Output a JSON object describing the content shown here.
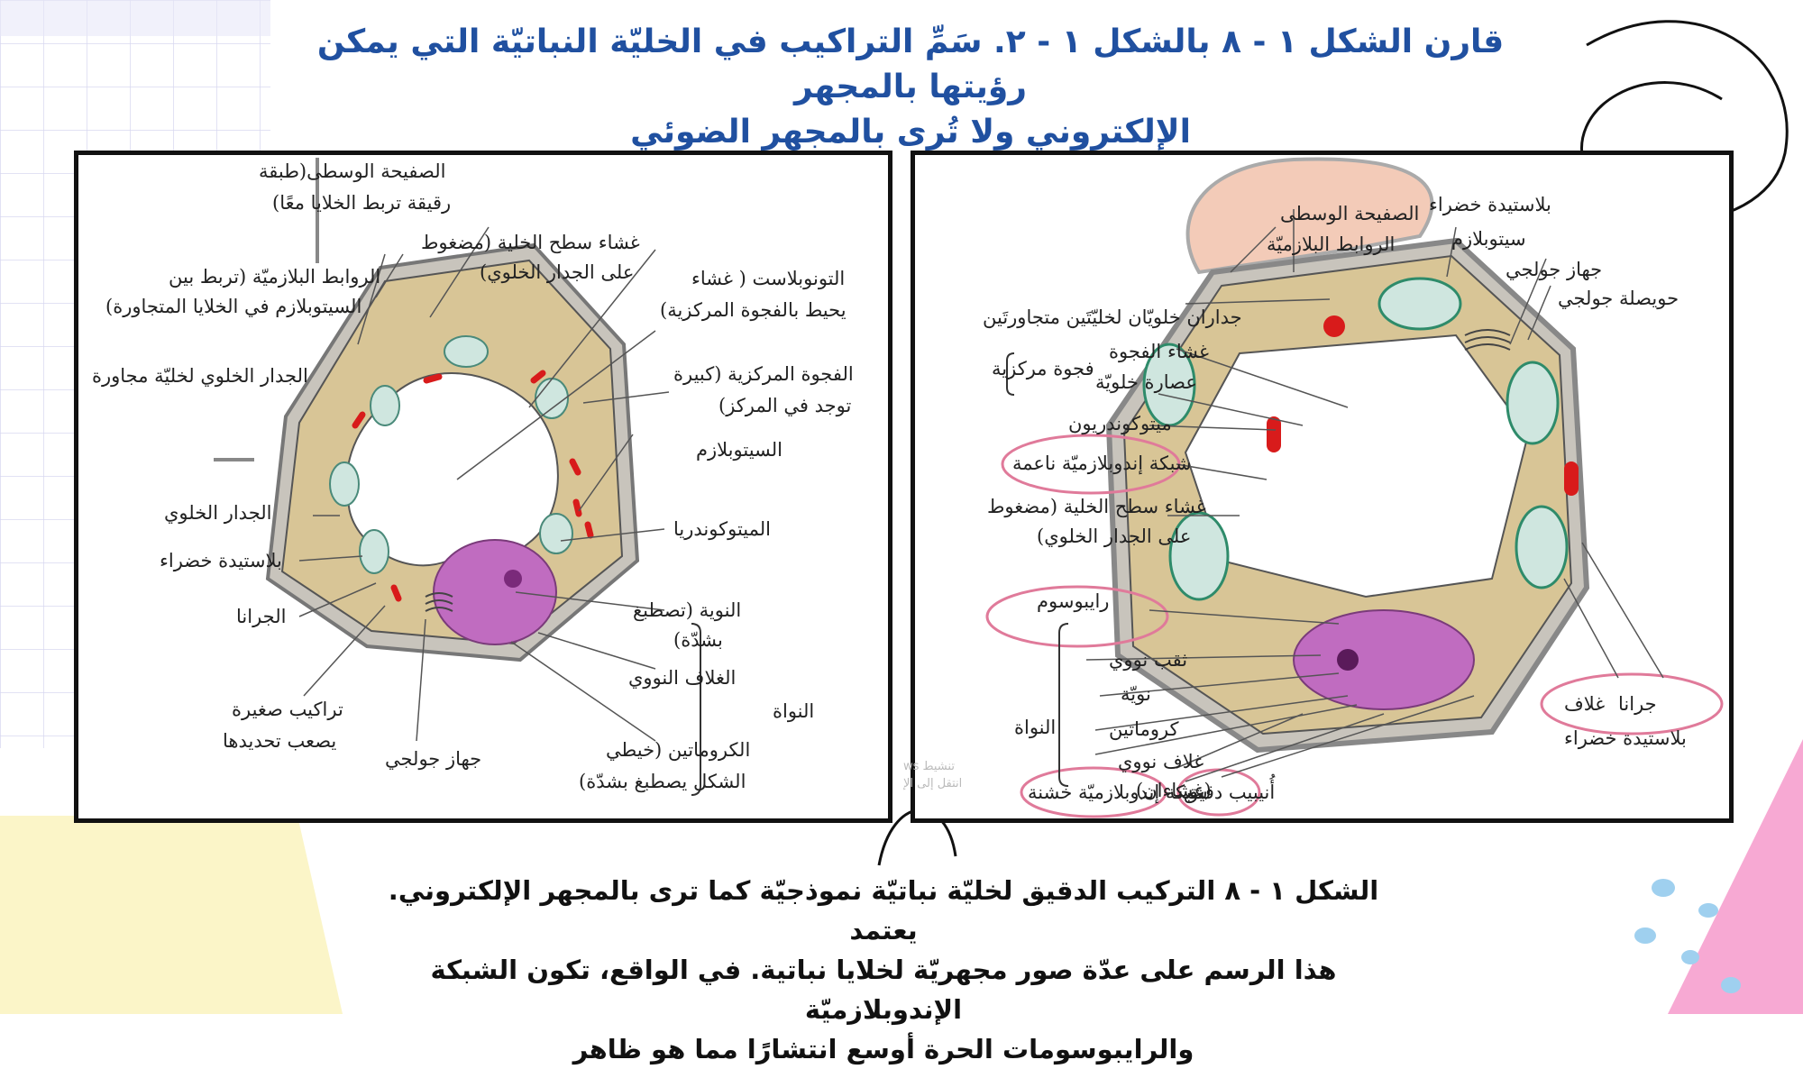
{
  "slide": {
    "title_line1": "قارن الشكل ١ - ٨ بالشكل ١ - ٢. سَمِّ التراكيب في الخليّة النباتيّة التي يمكن رؤيتها بالمجهر",
    "title_line2": "الإلكتروني ولا تُرى بالمجهر الضوئي",
    "caption_line1": "الشكل ١ - ٨ التركيب الدقيق لخليّة نباتيّة نموذجيّة كما ترى بالمجهر الإلكتروني. يعتمد",
    "caption_line2": "هذا الرسم على عدّة صور مجهريّة لخلايا نباتية. في الواقع، تكون الشبكة الإندوبلازميّة",
    "caption_line3": "والرايبوسومات الحرة أوسع انتشارًا مما هو ظاهر"
  },
  "left_diagram": {
    "middle_lamella": "الصفيحة الوسطى(طبقة",
    "middle_lamella_2": "رقيقة تربط الخلايا معًا)",
    "cell_membrane": "غشاء سطح الخلية (مضغوط",
    "cell_membrane_2": "على الجدار الخلوي)",
    "plasmodesmata": "الروابط البلازميّة (تربط بين",
    "plasmodesmata_2": "السيتوبلازم في الخلايا المتجاورة)",
    "tonoplast": "التونوبلاست ( غشاء",
    "tonoplast_2": "يحيط بالفجوة المركزية)",
    "neighbor_wall": "الجدار الخلوي لخليّة مجاورة",
    "central_vacuole": "الفجوة المركزية (كبيرة",
    "central_vacuole_2": "توجد في المركز)",
    "cytoplasm": "السيتوبلازم",
    "cell_wall": "الجدار الخلوي",
    "mitochondria": "الميتوكوندريا",
    "chloroplast": "بلاستيدة خضراء",
    "grana": "الجرانا",
    "nucleolus": "النوية (تصطبغ",
    "nucleolus_2": "بشدّة)",
    "nuclear_envelope": "الغلاف النووي",
    "nucleus": "النواة",
    "small_structures": "تراكيب صغيرة",
    "small_structures_2": "يصعب تحديدها",
    "golgi": "جهاز جولجي",
    "chromatin": "الكروماتين (خيطي",
    "chromatin_2": "الشكل يصطبغ بشدّة)"
  },
  "right_diagram": {
    "chloroplast_top": "بلاستيدة خضراء",
    "middle_lamella": "الصفيحة الوسطى",
    "plasmodesmata": "الروابط البلازميّة",
    "cytoplasm": "سيتوبلازم",
    "golgi_apparatus": "جهاز جولجي",
    "golgi_vesicle": "حويصلة جولجي",
    "two_walls": "جداران خلويّان لخليّتَين متجاورتَين",
    "vacuole_membrane": "غشاء الفجوة",
    "cell_sap": "عصارة خلويّة",
    "central_vacuole": "فجوة مركزية",
    "mitochondrion": "ميتوكوندريون",
    "smooth_er": "شبكة إندوبلازميّة ناعمة",
    "surface_membrane": "غشاء سطح الخلية (مضغوط",
    "surface_membrane_2": "على الجدار الخلوي)",
    "ribosome": "رايبوسوم",
    "nuclear_pore": "ثقب نووي",
    "nucleolus": "نويّة",
    "chromatin": "كروماتين",
    "nucleus": "النواة",
    "nuclear_envelope": "غلاف نووي",
    "nuclear_envelope_2": "(غشاءان)",
    "grana": "جرانا",
    "envelope": "غلاف",
    "chloroplast_bottom": "بلاستيدة خضراء",
    "rough_er": "شبكة إندوبلازميّة خشنة",
    "microtubule": "أُنيبيب دقيق"
  },
  "watermark": {
    "line1": "تنشيط ws",
    "line2": "انتقل إلى الإ"
  },
  "colors": {
    "title": "#2050a0",
    "highlight_circle": "#e07a9a",
    "cytoplasm": "#d8c596",
    "chloroplast": "#cfe6df",
    "nucleus": "#c06cc0",
    "mitochondria_red": "#d81b1b"
  }
}
